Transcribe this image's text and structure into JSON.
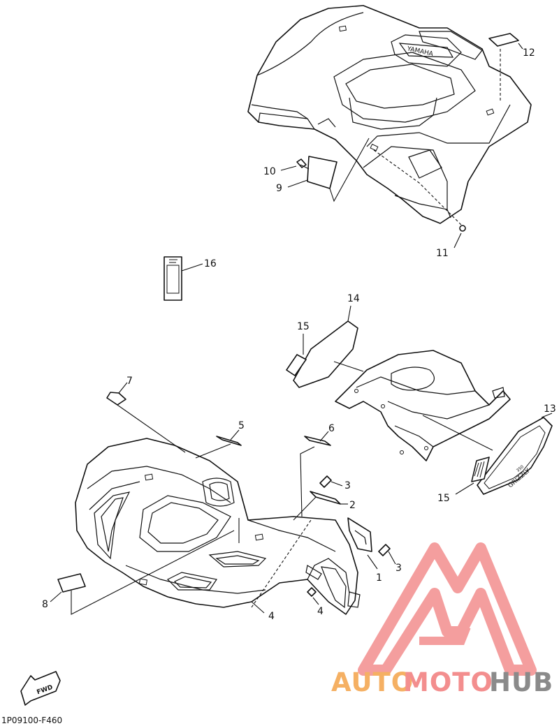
{
  "diagram_code": "1P09100-F460",
  "fwd_label": "FWD",
  "rear_fender_brand": "YAMAHA",
  "panel_emblem": "GRIZZLY",
  "panel_emblem_sub": "350",
  "watermark": {
    "part1": "AUTO",
    "part2": "MOTO",
    "part3": "HUB",
    "colors": {
      "auto": "#f5b063",
      "moto": "#f38e8e",
      "hub": "#8a8a8a",
      "logo": "#f38e8e"
    }
  },
  "callouts": {
    "c1": "1",
    "c2": "2",
    "c3a": "3",
    "c3b": "3",
    "c4a": "4",
    "c4b": "4",
    "c5": "5",
    "c6": "6",
    "c7": "7",
    "c8": "8",
    "c9": "9",
    "c10": "10",
    "c11": "11",
    "c12": "12",
    "c13": "13",
    "c14": "14",
    "c15a": "15",
    "c15b": "15",
    "c16": "16"
  }
}
